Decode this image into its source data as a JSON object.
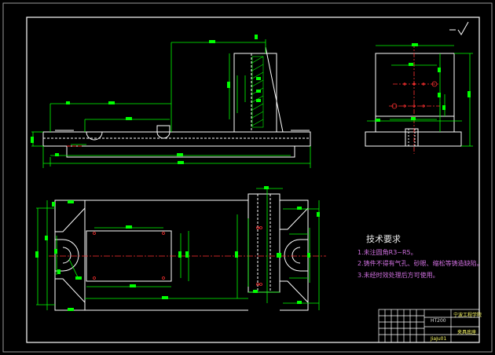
{
  "drawing": {
    "tech_requirements": {
      "title": "技术要求",
      "items": [
        "1.未注圆角R3~R5。",
        "2.铸件不得有气孔、砂眼、缩松等铸造缺陷。",
        "3.未经时效处理后方可使用。"
      ]
    },
    "title_block": {
      "material": "HT200",
      "company": "宁波工程学院",
      "part_name": "夹具底座",
      "drawing_no": "JiaJu01"
    },
    "colors": {
      "background": "#000000",
      "frame": "#ffffff",
      "outline": "#ffffff",
      "dimension": "#00ff00",
      "center_line": "#ff3030",
      "hatch": "#00ff00",
      "notes": "#d070e0",
      "markers": "#ff3030"
    }
  }
}
